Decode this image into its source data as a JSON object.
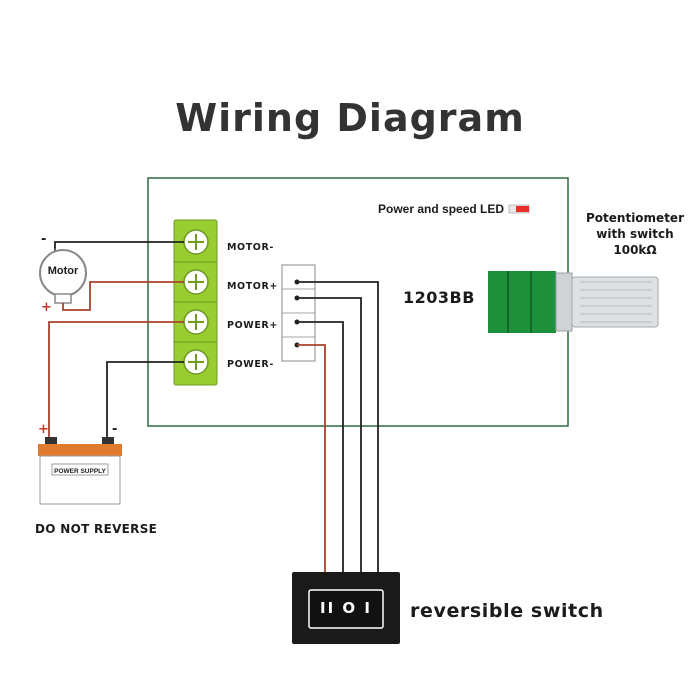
{
  "title": "Wiring Diagram",
  "board": {
    "model": "1203BB",
    "led_label": "Power and speed LED"
  },
  "terminals": [
    {
      "label": "MOTOR-"
    },
    {
      "label": "MOTOR+"
    },
    {
      "label": "POWER+"
    },
    {
      "label": "POWER-"
    }
  ],
  "potentiometer": {
    "label_lines": [
      "Potentiometer",
      "with switch",
      "100kΩ"
    ]
  },
  "motor": {
    "label": "Motor",
    "neg_sign": "-",
    "pos_sign": "+"
  },
  "power_supply": {
    "label": "POWER SUPPLY",
    "pos_sign": "+",
    "neg_sign": "-",
    "warning": "DO NOT REVERSE"
  },
  "switch": {
    "label": "reversible switch",
    "face_symbols": "II O I"
  },
  "colors": {
    "terminal_block": "#9acd32",
    "pot_knob_base": "#1e8f3a",
    "led_red": "#e8302a",
    "wire_red": "#a8432f",
    "wire_black": "#222222",
    "board_outline": "#2f6a3d"
  }
}
